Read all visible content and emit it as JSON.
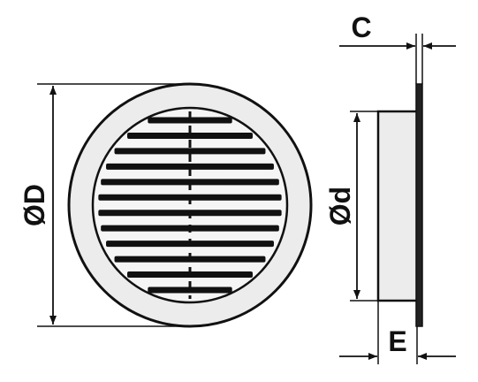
{
  "dimensions": {
    "outer_diameter": "ØD",
    "inner_diameter": "Ød",
    "flange_thickness": "C",
    "spigot_depth": "E"
  },
  "grille": {
    "slat_count": 12
  },
  "colors": {
    "line": "#111111",
    "grille_fill": "#ececec",
    "background": "#ffffff"
  }
}
